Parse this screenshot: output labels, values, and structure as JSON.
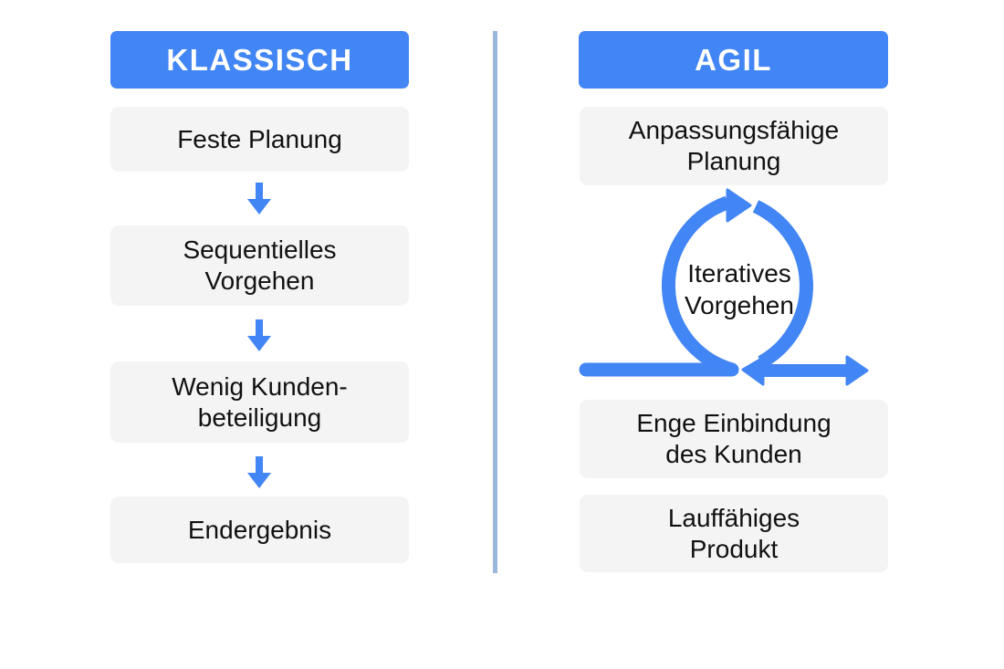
{
  "colors": {
    "accent": "#4285f4",
    "box_bg": "#f4f4f4",
    "divider": "#9ab8dc"
  },
  "classic": {
    "title": "KLASSISCH",
    "steps": [
      {
        "label": "Feste Planung"
      },
      {
        "label": "Sequentielles\nVorgehen"
      },
      {
        "label": "Wenig Kunden-\nbeteiligung"
      },
      {
        "label": "Endergebnis"
      }
    ],
    "connector_icon": "arrow-down-icon"
  },
  "agile": {
    "title": "AGIL",
    "steps": [
      {
        "label": "Anpassungsfähige\nPlanung"
      },
      {
        "label": "Enge Einbindung\ndes Kunden"
      },
      {
        "label": "Lauffähiges\nProdukt"
      }
    ],
    "cycle": {
      "label": "Iteratives\nVorgehen",
      "icon": "iteration-cycle-icon"
    }
  }
}
